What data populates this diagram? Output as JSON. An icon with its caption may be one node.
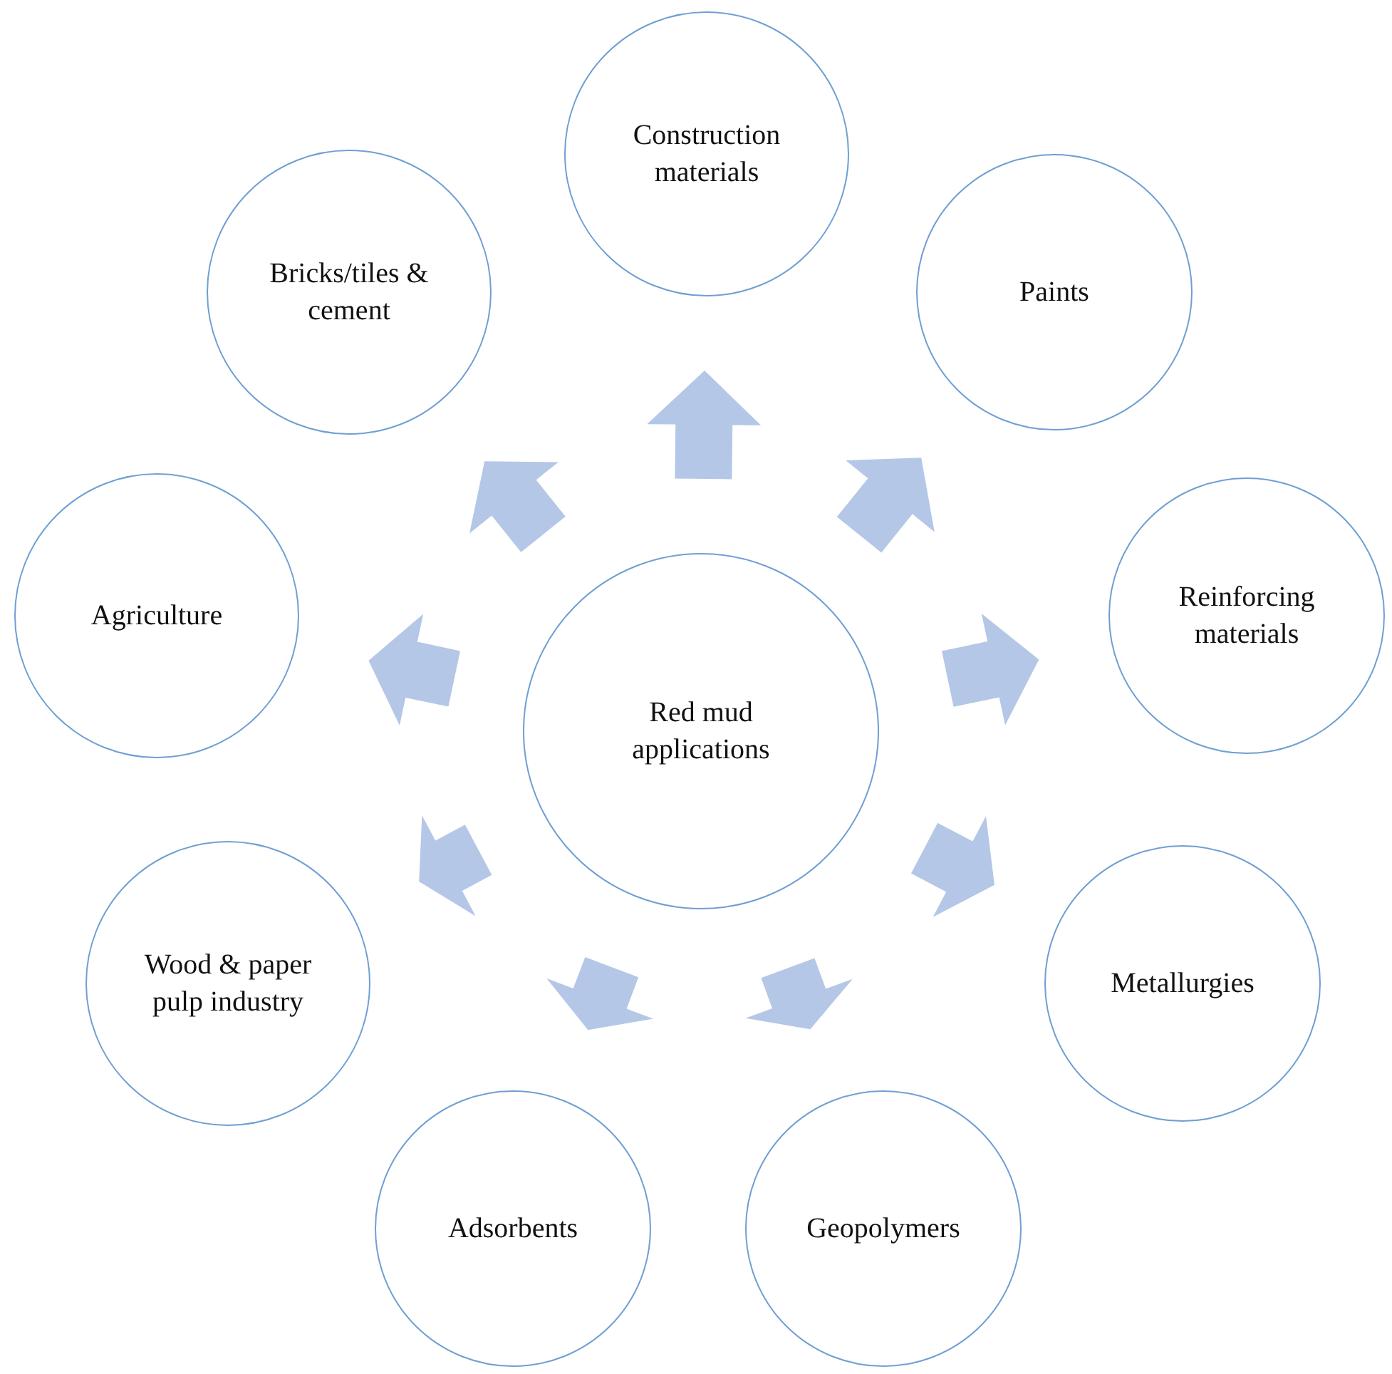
{
  "diagram": {
    "nodes": [
      {
        "text": [
          "Red mud applications"
        ]
      },
      {
        "text": [
          "Construction materials"
        ]
      },
      {
        "text": [
          "Paints"
        ]
      },
      {
        "text": [
          "Reinforcing materials"
        ]
      },
      {
        "text": [
          "Metallurgies"
        ]
      },
      {
        "text": [
          "Geopolymers"
        ]
      },
      {
        "text": [
          "Adsorbents"
        ]
      },
      {
        "text": [
          "Wood & paper pulp industry"
        ]
      },
      {
        "text": [
          "Agriculture"
        ]
      },
      {
        "text": [
          "Bricks/tiles & cement"
        ]
      }
    ],
    "edges": [
      {
        "from": 0,
        "to": 1,
        "arrow": "to"
      },
      {
        "from": 0,
        "to": 2,
        "arrow": "to"
      },
      {
        "from": 0,
        "to": 3,
        "arrow": "to"
      },
      {
        "from": 0,
        "to": 4,
        "arrow": "to"
      },
      {
        "from": 0,
        "to": 5,
        "arrow": "to"
      },
      {
        "from": 0,
        "to": 6,
        "arrow": "to"
      },
      {
        "from": 0,
        "to": 7,
        "arrow": "to"
      },
      {
        "from": 0,
        "to": 8,
        "arrow": "to"
      },
      {
        "from": 0,
        "to": 9,
        "arrow": "to"
      }
    ]
  }
}
